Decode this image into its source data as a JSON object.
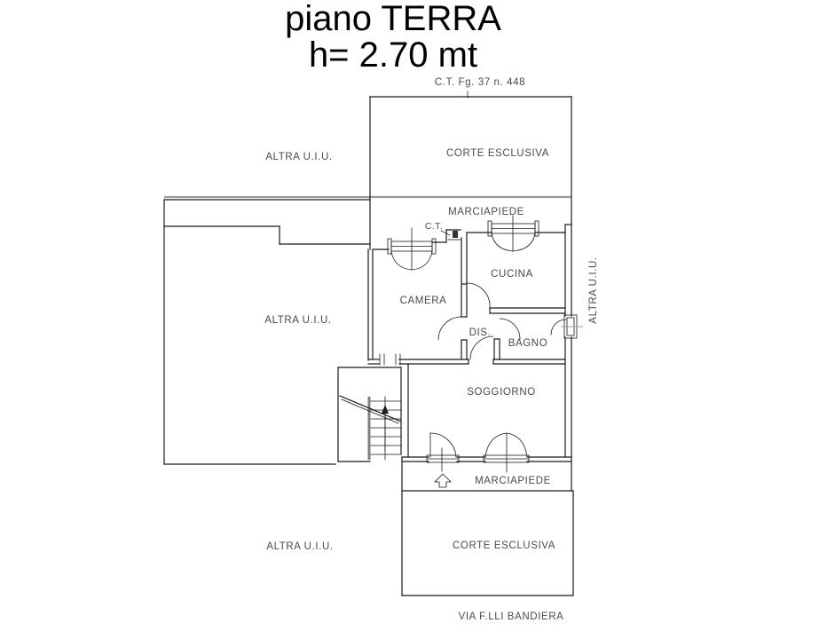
{
  "title": {
    "line1": "piano TERRA",
    "line2": "h= 2.70 mt"
  },
  "cadastral_ref": "C.T. Fg. 37 n. 448",
  "labels": {
    "altra_uiu_top": "ALTRA U.I.U.",
    "corte_esclusiva_top": "CORTE ESCLUSIVA",
    "marciapiede_top": "MARCIAPIEDE",
    "ct": "C.T.",
    "camera": "CAMERA",
    "cucina": "CUCINA",
    "altra_uiu_left": "ALTRA U.I.U.",
    "dis": "DIS.",
    "bagno": "BAGNO",
    "soggiorno": "SOGGIORNO",
    "altra_uiu_right": "ALTRA U.I.U.",
    "marciapiede_bottom": "MARCIAPIEDE",
    "altra_uiu_bottom": "ALTRA U.I.U.",
    "corte_esclusiva_bottom": "CORTE ESCLUSIVA",
    "street": "VIA F.LLI BANDIERA"
  },
  "colors": {
    "background": "#ffffff",
    "wall_line": "#1a1a1a",
    "boundary_gray": "#9a9a9a",
    "stair_gray": "#808080",
    "label_text": "#4a4a4a",
    "title_text": "#000000"
  }
}
